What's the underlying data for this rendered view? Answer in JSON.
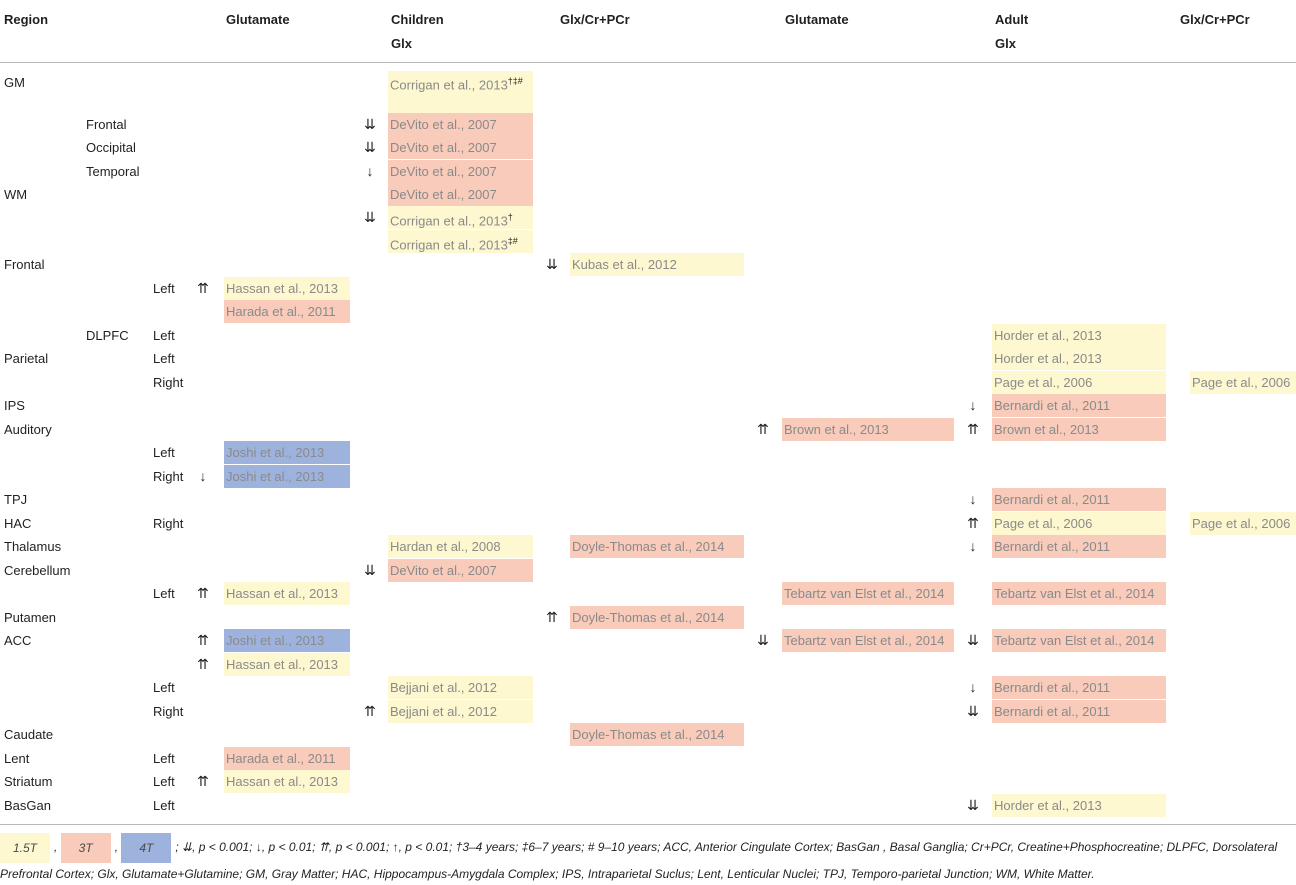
{
  "headers": {
    "region": "Region",
    "children": "Children",
    "adult": "Adult",
    "glutamate_children": "Glutamate",
    "glx_children": "Glx",
    "glxcr_children": "Glx/Cr+PCr",
    "glutamate_adult": "Glutamate",
    "glx_adult": "Glx",
    "glxcr_adult": "Glx/Cr+PCr"
  },
  "colors": {
    "t15": "#fdf8d0",
    "t3": "#f8cbbb",
    "t4": "#9db3dd"
  },
  "rows": [
    {
      "region": "GM",
      "glx_c": {
        "text": "Corrigan et al., 2013",
        "sup": "†‡#",
        "field": "t15"
      }
    },
    {
      "sub": "Frontal",
      "glx_c": {
        "arrow": "⇊",
        "text": "DeVito et al., 2007",
        "field": "t3"
      }
    },
    {
      "sub": "Occipital",
      "glx_c": {
        "arrow": "⇊",
        "text": "DeVito et al., 2007",
        "field": "t3"
      }
    },
    {
      "sub": "Temporal",
      "glx_c": {
        "arrow": "↓",
        "text": "DeVito et al., 2007",
        "field": "t3"
      }
    },
    {
      "region": "WM",
      "glx_c": {
        "text": "DeVito et al., 2007",
        "field": "t3"
      }
    },
    {
      "glx_c": {
        "arrow": "⇊",
        "text": "Corrigan et al., 2013",
        "sup": "†",
        "field": "t15"
      }
    },
    {
      "glx_c": {
        "text": "Corrigan et al., 2013",
        "sup": "‡#",
        "field": "t15"
      }
    },
    {
      "region": "Frontal",
      "glxcr_c": {
        "arrow": "⇊",
        "text": "Kubas et al., 2012",
        "field": "t15"
      }
    },
    {
      "side": "Left",
      "glu_c": {
        "arrow": "⇈",
        "text": "Hassan et al., 2013",
        "field": "t15"
      }
    },
    {
      "glu_c": {
        "text": "Harada et al., 2011",
        "field": "t3"
      }
    },
    {
      "sub": "DLPFC",
      "side": "Left",
      "glx_a": {
        "text": "Horder et al., 2013",
        "field": "t15"
      }
    },
    {
      "region": "Parietal",
      "side": "Left",
      "glx_a": {
        "text": "Horder et al., 2013",
        "field": "t15"
      }
    },
    {
      "side": "Right",
      "glx_a": {
        "text": "Page et al., 2006",
        "field": "t15"
      },
      "glxcr_a": {
        "text": "Page et al., 2006",
        "field": "t15"
      }
    },
    {
      "region": "IPS",
      "glx_a": {
        "arrow": "↓",
        "text": "Bernardi et al., 2011",
        "field": "t3"
      }
    },
    {
      "region": "Auditory",
      "glu_a": {
        "arrow": "⇈",
        "text": "Brown et al., 2013",
        "field": "t3"
      },
      "glx_a": {
        "arrow": "⇈",
        "text": "Brown et al., 2013",
        "field": "t3"
      }
    },
    {
      "side": "Left",
      "glu_c": {
        "text": "Joshi et al., 2013",
        "field": "t4"
      }
    },
    {
      "side": "Right",
      "glu_c": {
        "arrow": "↓",
        "text": "Joshi et al., 2013",
        "field": "t4"
      }
    },
    {
      "region": "TPJ",
      "glx_a": {
        "arrow": "↓",
        "text": "Bernardi et al., 2011",
        "field": "t3"
      }
    },
    {
      "region": "HAC",
      "side": "Right",
      "glx_a": {
        "arrow": "⇈",
        "text": "Page et al., 2006",
        "field": "t15"
      },
      "glxcr_a": {
        "text": "Page et al., 2006",
        "field": "t15"
      }
    },
    {
      "region": "Thalamus",
      "glx_c": {
        "text": "Hardan et al., 2008",
        "field": "t15"
      },
      "glxcr_c": {
        "text": "Doyle-Thomas et al., 2014",
        "field": "t3"
      },
      "glx_a": {
        "arrow": "↓",
        "text": "Bernardi et al., 2011",
        "field": "t3"
      }
    },
    {
      "region": "Cerebellum",
      "glx_c": {
        "arrow": "⇊",
        "text": "DeVito et al., 2007",
        "field": "t3"
      }
    },
    {
      "side": "Left",
      "glu_c": {
        "arrow": "⇈",
        "text": "Hassan et al., 2013",
        "field": "t15"
      },
      "glu_a": {
        "text": "Tebartz van Elst et al., 2014",
        "field": "t3"
      },
      "glx_a": {
        "text": "Tebartz van Elst et al., 2014",
        "field": "t3"
      }
    },
    {
      "region": "Putamen",
      "glxcr_c": {
        "arrow": "⇈",
        "text": "Doyle-Thomas et al., 2014",
        "field": "t3"
      }
    },
    {
      "region": "ACC",
      "glu_c": {
        "arrow": "⇈",
        "text": "Joshi et al., 2013",
        "field": "t4"
      },
      "glu_a": {
        "arrow": "⇊",
        "text": "Tebartz van Elst et al., 2014",
        "field": "t3"
      },
      "glx_a": {
        "arrow": "⇊",
        "text": "Tebartz van Elst et al., 2014",
        "field": "t3"
      }
    },
    {
      "glu_c": {
        "arrow": "⇈",
        "text": "Hassan et al., 2013",
        "field": "t15"
      }
    },
    {
      "side": "Left",
      "glx_c": {
        "text": "Bejjani et al., 2012",
        "field": "t15"
      },
      "glx_a": {
        "arrow": "↓",
        "text": "Bernardi et al., 2011",
        "field": "t3"
      }
    },
    {
      "side": "Right",
      "glx_c": {
        "arrow": "⇈",
        "text": "Bejjani et al., 2012",
        "field": "t15"
      },
      "glx_a": {
        "arrow": "⇊",
        "text": "Bernardi et al., 2011",
        "field": "t3"
      }
    },
    {
      "region": "Caudate",
      "glxcr_c": {
        "text": "Doyle-Thomas et al., 2014",
        "field": "t3"
      }
    },
    {
      "region": "Lent",
      "side": "Left",
      "glu_c": {
        "text": "Harada et al., 2011",
        "field": "t3"
      }
    },
    {
      "region": "Striatum",
      "side": "Left",
      "glu_c": {
        "arrow": "⇈",
        "text": "Hassan et al., 2013",
        "field": "t15"
      }
    },
    {
      "region": "BasGan",
      "side": "Left",
      "glx_a": {
        "arrow": "⇊",
        "text": "Horder et al., 2013",
        "field": "t15"
      }
    }
  ],
  "footer": {
    "swatch_15": "1.5T",
    "swatch_3": "3T",
    "swatch_4": "4T",
    "text_line1": "; ⇊, p < 0.001; ↓, p < 0.01; ⇈, p < 0.001; ↑, p < 0.01; †3–4 years; ‡6–7 years; # 9–10 years; ACC, Anterior Cingulate Cortex; BasGan , Basal Ganglia; Cr+PCr, Creatine+Phosphocreatine; DLPFC, Dorsolateral",
    "text_line2": "Prefrontal Cortex; Glx, Glutamate+Glutamine; GM, Gray Matter; HAC, Hippocampus-Amygdala Complex; IPS, Intraparietal Suclus; Lent, Lenticular Nuclei; TPJ, Temporo-parietal Junction; WM, White Matter."
  }
}
